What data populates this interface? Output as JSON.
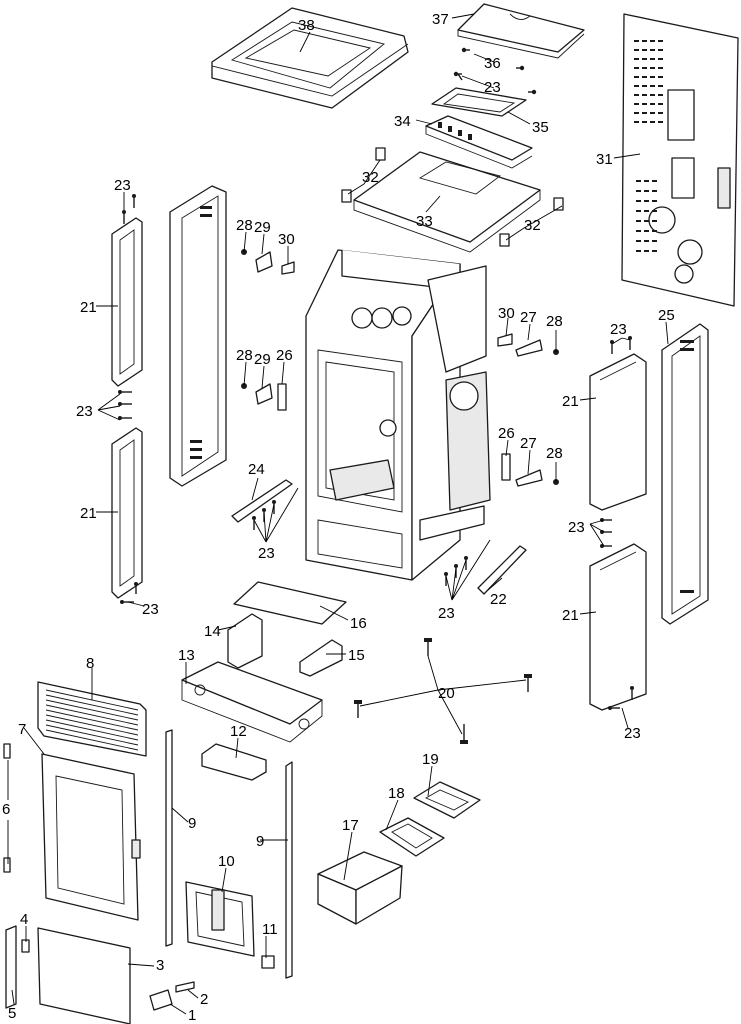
{
  "diagram": {
    "callouts": [
      {
        "label": "1"
      },
      {
        "label": "2"
      },
      {
        "label": "3"
      },
      {
        "label": "4"
      },
      {
        "label": "5"
      },
      {
        "label": "6"
      },
      {
        "label": "7"
      },
      {
        "label": "8"
      },
      {
        "label": "9"
      },
      {
        "label": "9"
      },
      {
        "label": "10"
      },
      {
        "label": "11"
      },
      {
        "label": "12"
      },
      {
        "label": "13"
      },
      {
        "label": "14"
      },
      {
        "label": "15"
      },
      {
        "label": "16"
      },
      {
        "label": "17"
      },
      {
        "label": "18"
      },
      {
        "label": "19"
      },
      {
        "label": "20"
      },
      {
        "label": "21"
      },
      {
        "label": "21"
      },
      {
        "label": "21"
      },
      {
        "label": "21"
      },
      {
        "label": "22"
      },
      {
        "label": "23"
      },
      {
        "label": "23"
      },
      {
        "label": "23"
      },
      {
        "label": "23"
      },
      {
        "label": "23"
      },
      {
        "label": "23"
      },
      {
        "label": "23"
      },
      {
        "label": "23"
      },
      {
        "label": "23"
      },
      {
        "label": "24"
      },
      {
        "label": "25"
      },
      {
        "label": "26"
      },
      {
        "label": "26"
      },
      {
        "label": "27"
      },
      {
        "label": "27"
      },
      {
        "label": "28"
      },
      {
        "label": "28"
      },
      {
        "label": "28"
      },
      {
        "label": "28"
      },
      {
        "label": "29"
      },
      {
        "label": "29"
      },
      {
        "label": "30"
      },
      {
        "label": "30"
      },
      {
        "label": "31"
      },
      {
        "label": "32"
      },
      {
        "label": "32"
      },
      {
        "label": "33"
      },
      {
        "label": "34"
      },
      {
        "label": "35"
      },
      {
        "label": "36"
      },
      {
        "label": "37"
      },
      {
        "label": "38"
      }
    ]
  }
}
